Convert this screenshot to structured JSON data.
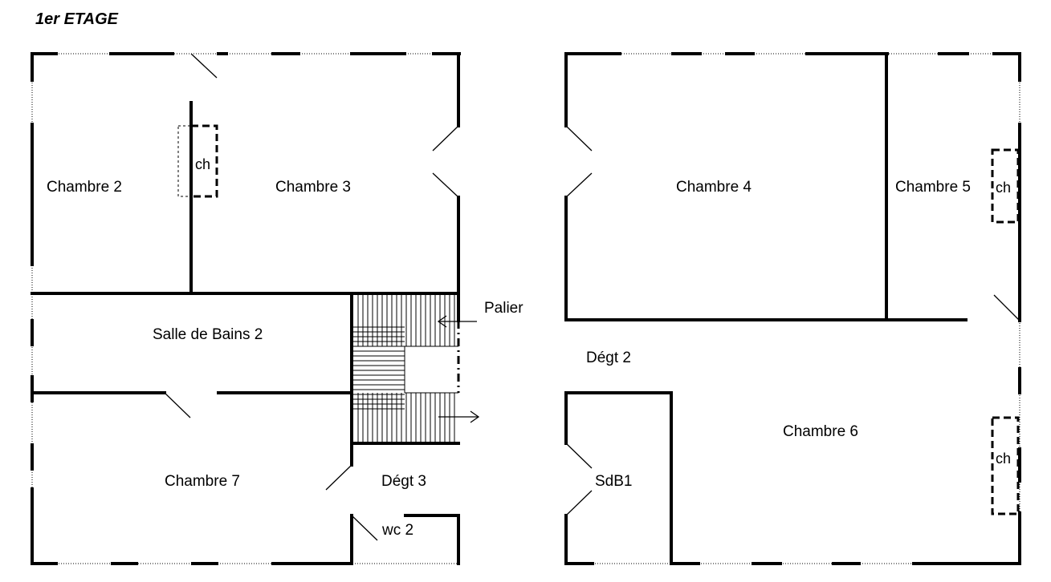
{
  "title": "1er ETAGE",
  "rooms": {
    "chambre2": "Chambre 2",
    "chambre3": "Chambre 3",
    "chambre4": "Chambre 4",
    "chambre5": "Chambre 5",
    "chambre6": "Chambre 6",
    "chambre7": "Chambre 7",
    "salle_de_bains2": "Salle de Bains 2",
    "palier": "Palier",
    "degt2": "Dégt 2",
    "degt3": "Dégt 3",
    "sdb1": "SdB1",
    "wc2": "wc 2"
  },
  "chimney_label": "ch"
}
